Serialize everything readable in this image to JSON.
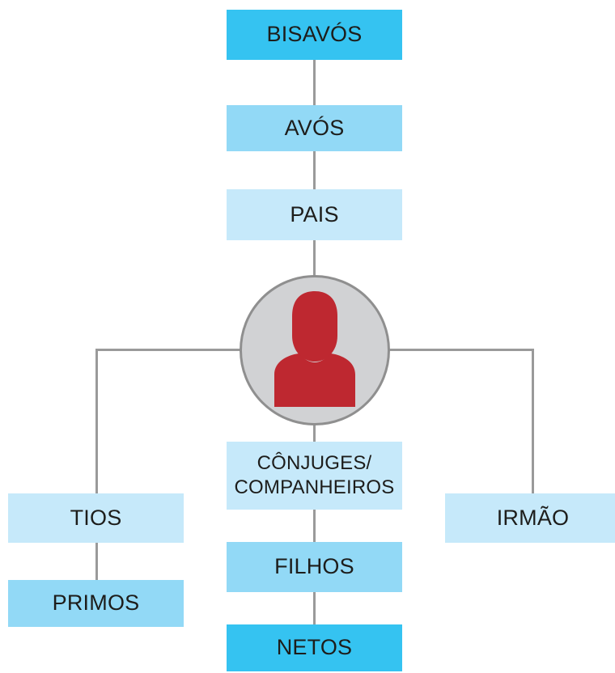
{
  "diagram": {
    "nodes": {
      "bisavos": "BISAVÓS",
      "avos": "AVÓS",
      "pais": "PAIS",
      "conjuges": "CÔNJUGES/\nCOMPANHEIROS",
      "tios": "TIOS",
      "irmao": "IRMÃO",
      "primos": "PRIMOS",
      "filhos": "FILHOS",
      "netos": "NETOS"
    },
    "center_icon": "person-icon",
    "colors": {
      "level_dark": "#35c3f1",
      "level_medium": "#92d9f6",
      "level_light": "#c6e9fa",
      "person": "#be2830",
      "avatar_bg": "#d1d2d4",
      "connector": "#9a9a9a"
    }
  }
}
